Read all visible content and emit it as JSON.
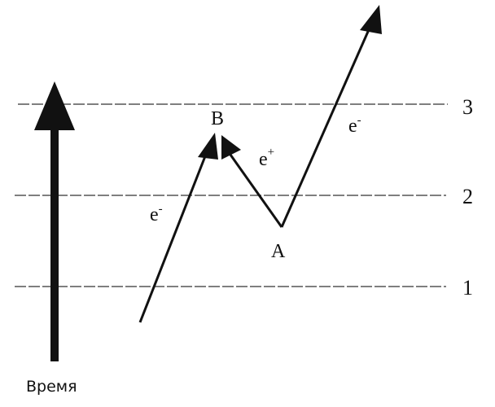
{
  "time_axis": {
    "label": "Время"
  },
  "levels": [
    {
      "label": "3"
    },
    {
      "label": "2"
    },
    {
      "label": "1"
    }
  ],
  "points": {
    "B": "B",
    "A": "A"
  },
  "particles": {
    "electron_in": {
      "base": "e",
      "charge": "-"
    },
    "positron": {
      "base": "e",
      "charge": "+"
    },
    "electron_out": {
      "base": "e",
      "charge": "-"
    }
  },
  "colors": {
    "ink": "#111111",
    "line": "#333333"
  }
}
